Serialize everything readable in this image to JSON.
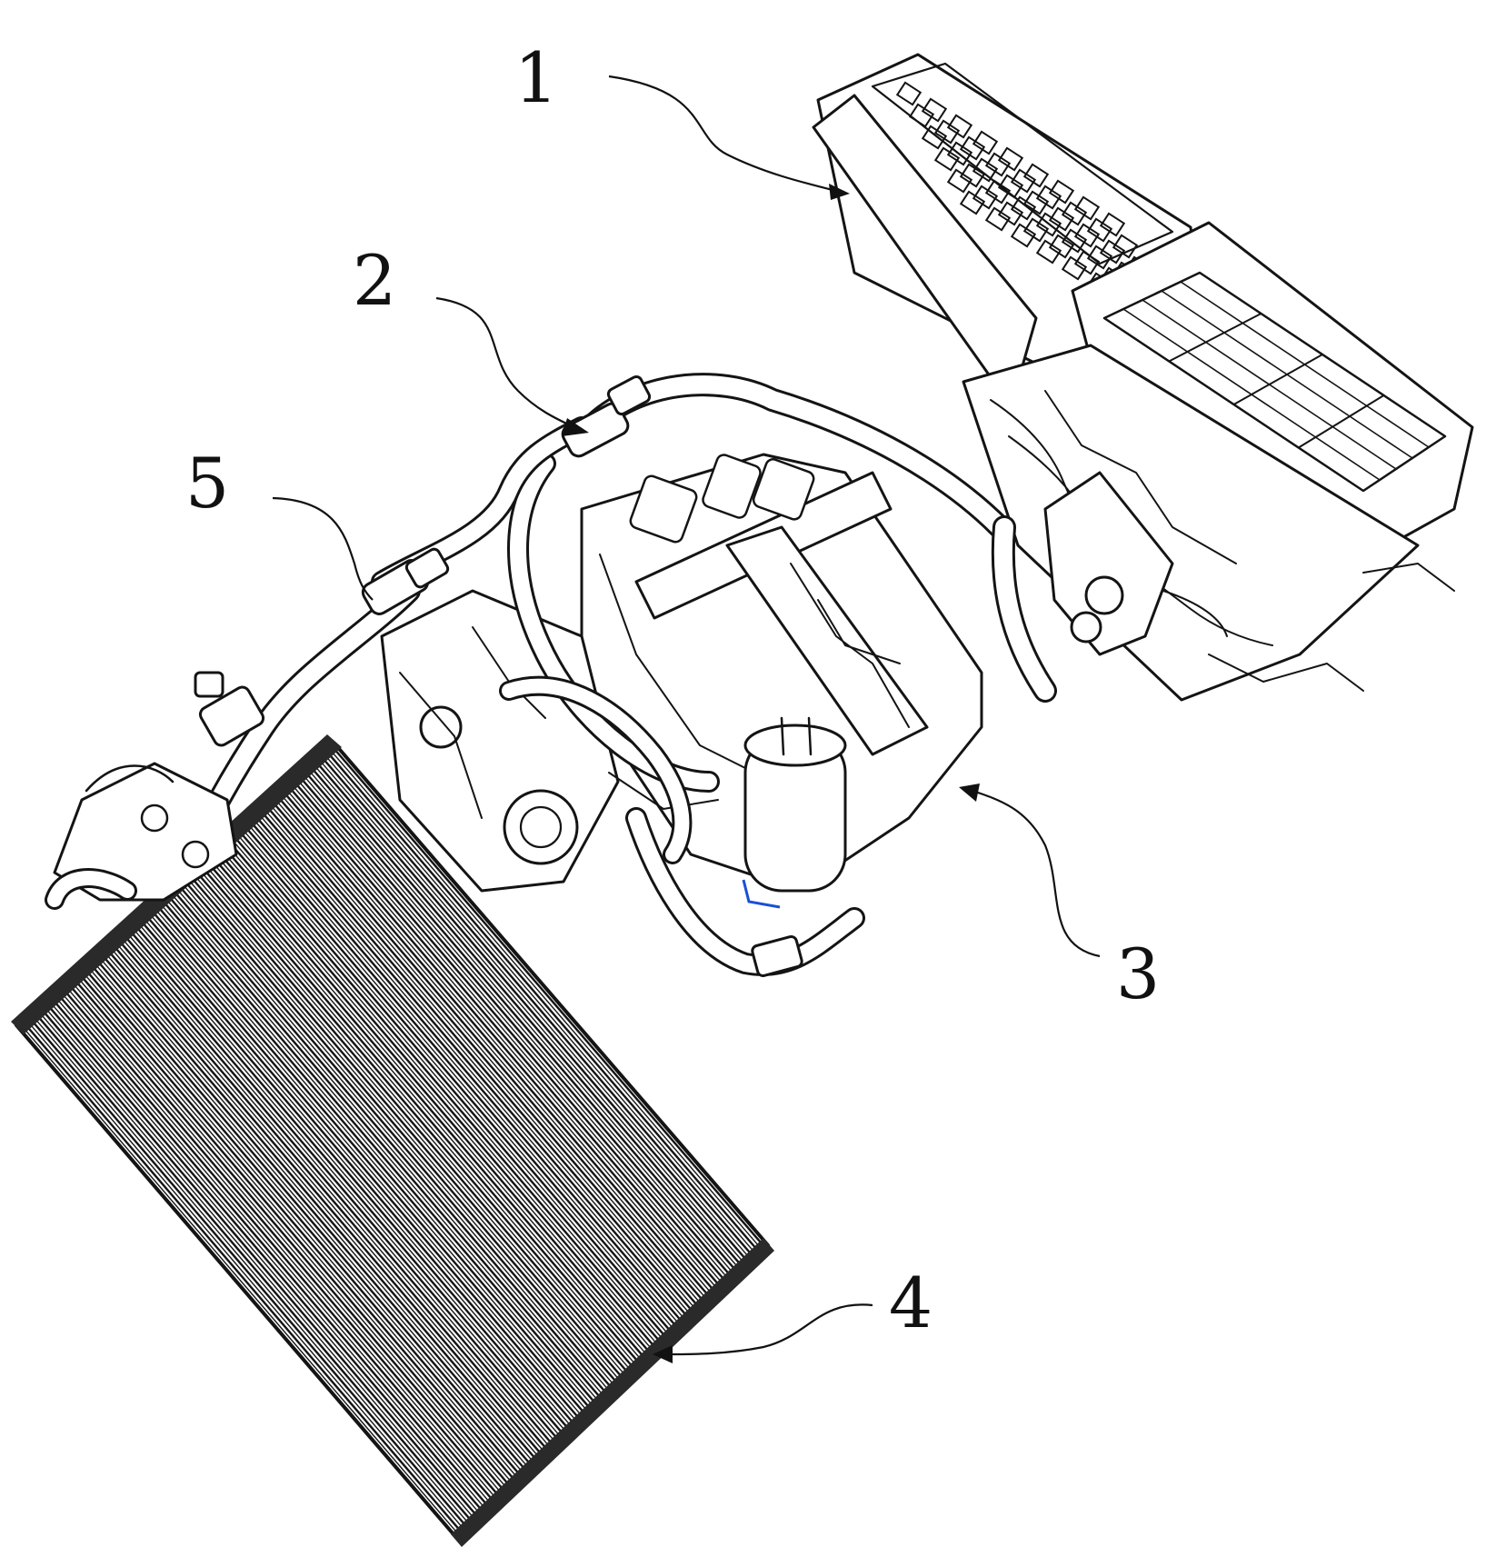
{
  "callouts": [
    {
      "id": "1",
      "label": "1"
    },
    {
      "id": "2",
      "label": "2"
    },
    {
      "id": "3",
      "label": "3"
    },
    {
      "id": "4",
      "label": "4"
    },
    {
      "id": "5",
      "label": "5"
    }
  ],
  "colors": {
    "ink": "#141414",
    "background": "#ffffff",
    "highlight": "#1a4fd6"
  }
}
